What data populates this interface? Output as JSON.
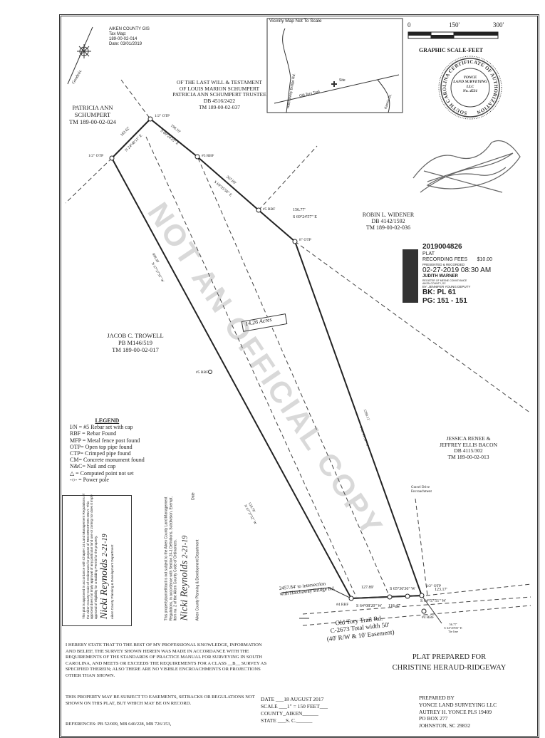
{
  "gis": {
    "line1": "AIKEN COUNTY GIS",
    "line2": "Tax Map:",
    "line3": "189-00-02-014",
    "line4": "Date: 03/01/2019"
  },
  "north_arrow_label": "Geodetic",
  "vicinity": {
    "title": "Vicinity Map Not To Scale",
    "site": "Site",
    "road1": "Old Tory Trail",
    "road2": "Hatchaway Bridge Rd.",
    "road3": "Kamie Dr."
  },
  "scale": {
    "t0": "0",
    "t1": "150'",
    "t2": "300'",
    "label": "GRAPHIC SCALE-FEET"
  },
  "seal": {
    "ring": "SOUTH CAROLINA CERTIFICATE OF AUTHORIZATION",
    "l1": "YONCE",
    "l2": "LAND SURVEYING",
    "l3": "LLC",
    "l4": "No. 4531"
  },
  "owners": {
    "schumpert_estate": [
      "OF THE LAST WILL & TESTAMENT",
      "OF LOUIS MARION SCHUMPERT",
      "PATRICIA ANN SCHUMPERT TRUSTEE",
      "DB 4516/2422",
      "TM 189-00-02-037"
    ],
    "patricia": [
      "PATRICIA ANN",
      "SCHUMPERT",
      "TM 189-00-02-024"
    ],
    "widener": [
      "ROBIN L. WIDENER",
      "DB 4142/1592",
      "TM 189-00-02-036"
    ],
    "trowell": [
      "JACOB C. TROWELL",
      "PB M146/519",
      "TM 189-00-02-017"
    ],
    "bacon": [
      "JESSICA RENEE &",
      "JEFFREY ELLIS BACON",
      "DB 4115/302",
      "TM 189-00-02-013"
    ]
  },
  "recording": {
    "number": "2019004826",
    "type": "PLAT",
    "fees_label": "RECORDING FEES",
    "fees": "$10.00",
    "presented": "PRESENTED & RECORDED:",
    "datetime": "02-27-2019 08:30 AM",
    "clerk": "JUDITH WARNER",
    "clerk_title": "REGISTER OF MESNE CONVEYANCE",
    "county": "AIKEN COUNTY, SC",
    "deputy": "BY: JENNIFER YOUNG DEPUTY",
    "book": "BK: PL 61",
    "page": "PG: 151 - 151"
  },
  "watermark": "NOT AN OFFICIAL COPY",
  "acreage": "14.26 Acres",
  "points": {
    "otp_top": "1/2\" OTP",
    "otp_left": "1/2\" OTP",
    "rbf1": "#5 RBF",
    "rbf2": "#5 RBF",
    "otp8": "8\" OTP",
    "rbf_mid": "#5 RBF",
    "otp_br": "1/2\" OTP",
    "rbf_bl": "#4 RBF",
    "rbf_road": "#4 RBF"
  },
  "calls": {
    "c1": "183.62'",
    "c1b": "N 24°48'11\" E",
    "c2": "198.19'",
    "c2b": "S 69°24'25\" E",
    "c3": "267.89'",
    "c3b": "S 69°25'58\" E",
    "c4": "156.77'",
    "c4b": "S 69°24'57\" E",
    "c5": "1290.11'",
    "c5b": "S 46°41'59\" W",
    "c6": "898.38'",
    "c6b": "N 67°27'32\" W",
    "c7": "518.78'",
    "c7b": "N 67°27'32\" W",
    "c8": "127.89'",
    "c8b": "S 64°08'20\" W",
    "c9": "118.47'",
    "c9b": "S 65°36'36\" W",
    "c10": "123.17'",
    "c10b": "S 64°57'51\" W",
    "c11": "56.77'",
    "c11b": "S 34°49'05\" E",
    "tie": "Tie line"
  },
  "gravel": [
    "Gravel Drive",
    "Encroachment"
  ],
  "road": {
    "intersection1": "2457.84' to intersection",
    "intersection2": "with Hatchaway Bridge Rd.",
    "name": "Old Tory Trail Rd.",
    "width": "C-2673 Total width 50'",
    "easement": "(40' R/W & 10' Easement)"
  },
  "legend": {
    "title": "LEGEND",
    "items": [
      "I/N = #5 Rebar set with cap",
      "RBF = Rebar Found",
      "MFP = Metal fence post found",
      "OTP= Open top pipe found",
      "CTP= Crimped pipe found",
      "CM= Concrete monument found",
      "N&C= Nail and cap",
      "△ = Computed point not set",
      "-○- = Power pole"
    ]
  },
  "approval1": {
    "text": "This plat is approved in accordance with Chapter 24 Land Management Regulations of the Aiken County Code of Ordinances for purpose of RECORDATION ONLY. This approval does not imply approval of any particular land use or zoning nor does it imply approval of eligibility for a Building Permit for the property.",
    "signature": "Nicki Reynolds",
    "date": "2-21-19",
    "dept": "Aiken County Planning & Development Department"
  },
  "approval2": {
    "text": "This property/parcel/tract is not subject to the Aiken County Land Management Regulations, in accordance with Section 24-1 Definitions, Subdivision, Exempt, Item no. 2 of the Aiken County Code of Ordinances.",
    "signature": "Nicki Reynolds",
    "date": "2-21-19",
    "date_label": "Date",
    "dept": "Aiken County Planning & Development Department"
  },
  "certification": "I HEREBY STATE THAT TO THE BEST OF MY PROFESSIONAL KNOWLEDGE, INFORMATION AND BELIEF, THE SURVEY SHOWN HEREIN WAS MADE IN ACCORDANCE WITH THE REQUIREMENTS OF THE STANDARDS OF PRACTICE MANUAL FOR SURVEYING IN SOUTH CAROLINA, AND MEETS OR EXCEEDS THE REQUIREMENTS FOR A CLASS __B__ SURVEY AS SPECIFIED THEREIN; ALSO THERE ARE NO VISIBLE ENCROACHMENTS OR PROJECTIONS OTHER THAN SHOWN.",
  "easement_note": "THIS PROPERTY MAY BE SUBJECT TO EASEMENTS, SETBACKS OR REGULATIONS NOT SHOWN ON THIS PLAT, BUT WHICH MAY BE ON RECORD.",
  "references": "REFERENCES:  PB 52/009, MB 640/228, MB 726/153,",
  "plat_for": {
    "l1": "PLAT PREPARED FOR",
    "l2": "CHRISTINE  HERAUD-RIDGEWAY"
  },
  "info": {
    "date": "DATE ___18 AUGUST 2017",
    "scale": "SCALE ___1\" = 150 FEET___",
    "county": "COUNTY_AIKEN______",
    "state": "STATE ___S. C.______"
  },
  "prepared": [
    "PREPARED BY",
    "YONCE LAND SURVEYING LLC",
    "AUTREY H. YONCE PLS 19409",
    "PO BOX 277",
    "JOHNSTON, SC 29832"
  ]
}
